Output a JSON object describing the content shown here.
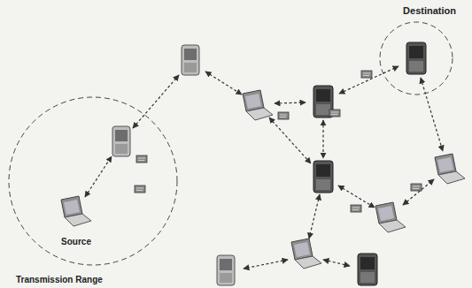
{
  "diagram": {
    "nodes": [
      {
        "text": [
          "Transmission Range"
        ]
      },
      {
        "text": [
          "Source"
        ],
        "in": 0
      },
      {
        "text": [
          "Destination"
        ]
      }
    ]
  }
}
